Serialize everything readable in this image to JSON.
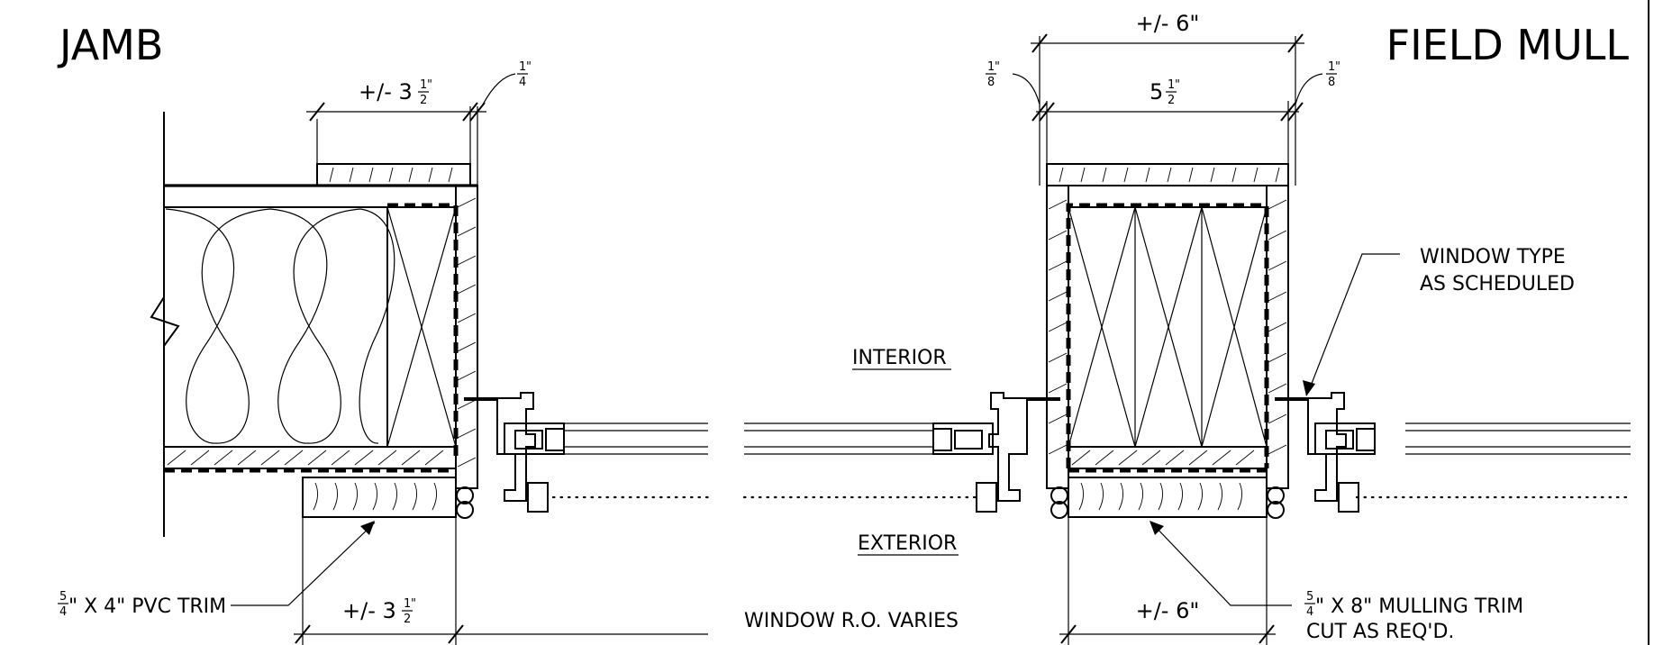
{
  "titles": {
    "jamb": "JAMB",
    "field_mull": "FIELD MULL"
  },
  "dimensions": {
    "jamb_top_prefix": "+/- 3",
    "jamb_top_whole_frac_num": "1",
    "jamb_top_whole_frac_den": "2",
    "jamb_top_gap_num": "1",
    "jamb_top_gap_den": "4",
    "jamb_bottom_prefix": "+/- 3",
    "jamb_bottom_frac_num": "1",
    "jamb_bottom_frac_den": "2",
    "mull_top_overall": "+/- 6\"",
    "mull_top_inner_prefix": "5",
    "mull_top_inner_frac_num": "1",
    "mull_top_inner_frac_den": "2",
    "mull_gap_left_num": "1",
    "mull_gap_left_den": "8",
    "mull_gap_right_num": "1",
    "mull_gap_right_den": "8",
    "mull_bottom": "+/- 6\"",
    "inch_mark": "\""
  },
  "labels": {
    "interior": "INTERIOR",
    "exterior": "EXTERIOR",
    "window_type_line1": "WINDOW TYPE",
    "window_type_line2": "AS SCHEDULED",
    "pvc_trim_frac_num": "5",
    "pvc_trim_frac_den": "4",
    "pvc_trim_text": "\" X 4\" PVC TRIM",
    "window_ro": "WINDOW R.O. VARIES",
    "mulling_trim_frac_num": "5",
    "mulling_trim_frac_den": "4",
    "mulling_trim_line1": "\" X 8\" MULLING TRIM",
    "mulling_trim_line2": "CUT AS REQ'D."
  }
}
